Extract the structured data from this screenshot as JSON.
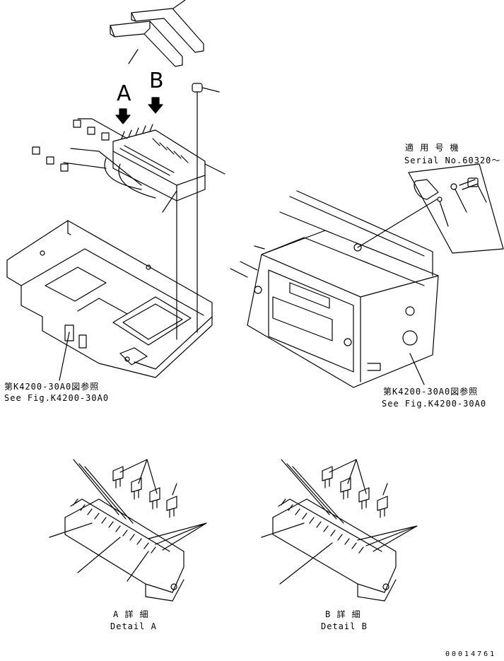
{
  "view_labels": {
    "a": "A",
    "b": "B"
  },
  "serial": {
    "jp": "適 用 号 機",
    "en": "Serial No.60320～"
  },
  "ref_left": {
    "jp": "第K4200-30A0図参照",
    "en": "See Fig.K4200-30A0"
  },
  "ref_right": {
    "jp": "第K4200-30A0図参照",
    "en": "See Fig.K4200-30A0"
  },
  "detail_a": {
    "jp": "A 詳 細",
    "en": "Detail A"
  },
  "detail_b": {
    "jp": "B 詳 細",
    "en": "Detail B"
  },
  "drawing_number": "00014761"
}
